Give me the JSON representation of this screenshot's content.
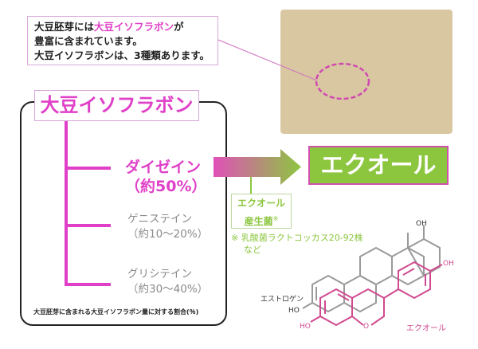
{
  "intro": {
    "line1_prefix": "大豆胚芽には",
    "line1_highlight": "大豆イソフラボン",
    "line1_suffix": "が",
    "line2": "豊富に含まれています。",
    "line3": "大豆イソフラボンは、3種類あります。"
  },
  "photo": {
    "alt": "soybeans-with-germ-highlight"
  },
  "isoflavone": {
    "title": "大豆イソフラボン",
    "items": [
      {
        "name": "ダイゼイン",
        "ratio": "（約50%）",
        "color": "#e040c8"
      },
      {
        "name": "ゲニステイン",
        "ratio": "（約10〜20%）",
        "color": "#8a8a8a"
      },
      {
        "name": "グリシテイン",
        "ratio": "（約30〜40%）",
        "color": "#8a8a8a"
      }
    ],
    "caption": "大豆胚芽に含まれる大豆イソフラボン量に対する割合(％)"
  },
  "arrow": {
    "from_color": "#e050b8",
    "to_color": "#8cc63f"
  },
  "equol": {
    "label": "エクオール",
    "bg_color": "#8cc63f",
    "border_color": "#d050b0"
  },
  "bacteria": {
    "line1": "エクオール",
    "line2": "産生菌",
    "mark": "※",
    "note_line1": "※ 乳酸菌ラクトコッカス20-92株",
    "note_line2": "など"
  },
  "structures": {
    "estrogen_label": "エストロゲン",
    "equol_label": "エクオール",
    "oh": "OH",
    "ho": "HO",
    "o": "O",
    "estrogen_color": "#9a9a9a",
    "equol_color": "#d04a90"
  },
  "colors": {
    "accent_pink": "#e040c8",
    "accent_green": "#8cc63f",
    "text": "#222222"
  }
}
